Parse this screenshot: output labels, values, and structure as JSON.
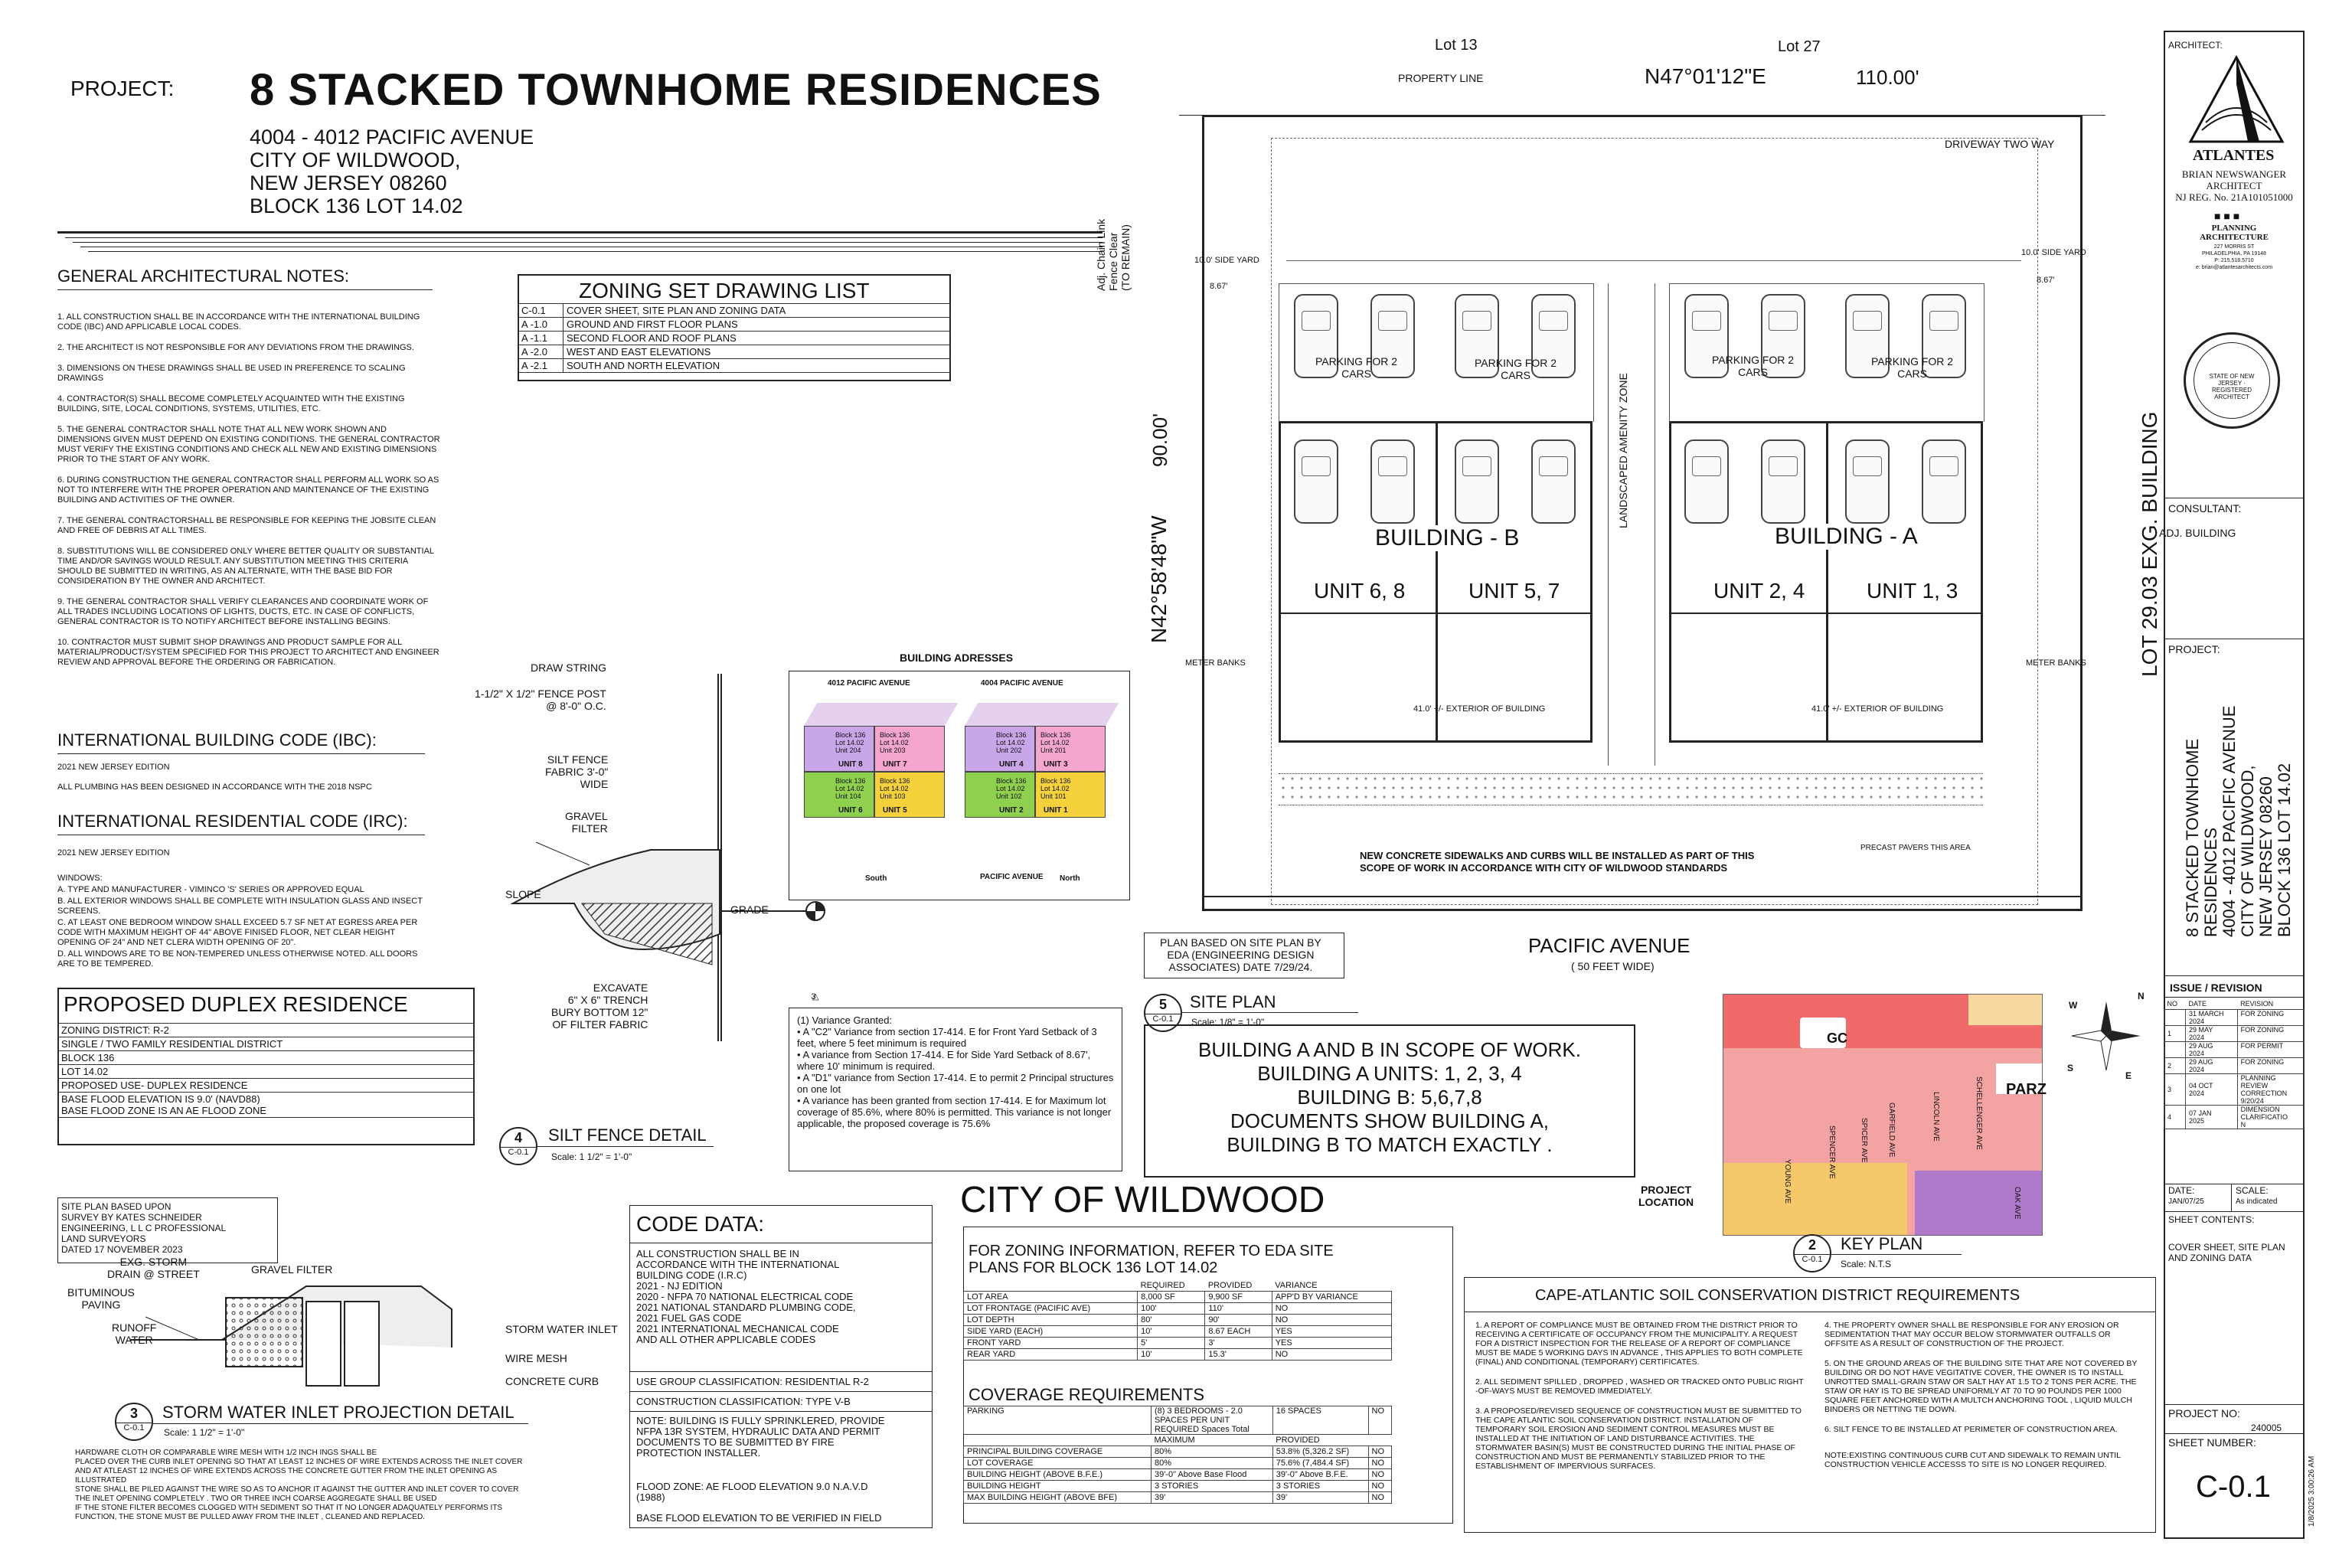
{
  "header": {
    "project_label": "PROJECT:",
    "title": "8 STACKED TOWNHOME RESIDENCES",
    "address": [
      "4004 - 4012 PACIFIC AVENUE",
      "CITY OF WILDWOOD,",
      "NEW JERSEY 08260",
      "BLOCK 136 LOT 14.02"
    ]
  },
  "general_notes": {
    "heading": "GENERAL ARCHITECTURAL NOTES:",
    "items": [
      "1.   ALL CONSTRUCTION SHALL BE IN ACCORDANCE WITH THE INTERNATIONAL BUILDING CODE (IBC) AND APPLICABLE LOCAL CODES.",
      "2.   THE ARCHITECT IS NOT RESPONSIBLE FOR ANY DEVIATIONS FROM THE DRAWINGS.",
      "3.   DIMENSIONS ON THESE DRAWINGS SHALL BE USED IN PREFERENCE TO SCALING DRAWINGS",
      "4.   CONTRACTOR(S) SHALL BECOME COMPLETELY ACQUAINTED WITH THE EXISTING BUILDING, SITE, LOCAL CONDITIONS, SYSTEMS, UTILITIES, ETC.",
      "5.   THE GENERAL CONTRACTOR SHALL NOTE THAT ALL NEW WORK SHOWN AND DIMENSIONS GIVEN MUST DEPEND ON EXISTING CONDITIONS. THE GENERAL CONTRACTOR MUST VERIFY THE EXISTING CONDITIONS AND CHECK ALL NEW AND EXISTING DIMENSIONS PRIOR TO THE START OF ANY WORK.",
      "6.   DURING CONSTRUCTION THE GENERAL CONTRACTOR SHALL PERFORM ALL WORK SO AS NOT TO INTERFERE WITH THE PROPER OPERATION AND MAINTENANCE OF THE EXISTING BUILDING AND ACTIVITIES OF THE OWNER.",
      "7.   THE GENERAL CONTRACTORSHALL BE RESPONSIBLE FOR KEEPING THE JOBSITE CLEAN AND FREE OF DEBRIS AT ALL TIMES.",
      "8.   SUBSTITUTIONS WILL BE CONSIDERED ONLY WHERE BETTER QUALITY OR SUBSTANTIAL TIME AND/OR SAVINGS WOULD RESULT. ANY SUBSTITUTION MEETING THIS CRITERIA SHOULD BE SUBMITTED IN WRITING, AS AN ALTERNATE, WITH THE BASE BID FOR CONSIDERATION BY THE OWNER AND ARCHITECT.",
      "9.   THE GENERAL CONTRACTOR SHALL VERIFY CLEARANCES AND COORDINATE WORK OF ALL TRADES INCLUDING LOCATIONS OF LIGHTS, DUCTS, ETC. IN CASE OF CONFLICTS, GENERAL CONTRACTOR IS TO NOTIFY ARCHITECT BEFORE INSTALLING BEGINS.",
      "10.  CONTRACTOR MUST SUBMIT SHOP DRAWINGS AND PRODUCT SAMPLE FOR ALL MATERIAL/PRODUCT/SYSTEM SPECIFIED FOR THIS PROJECT TO ARCHITECT AND ENGINEER REVIEW AND APPROVAL BEFORE THE ORDERING OR FABRICATION."
    ]
  },
  "drawing_list": {
    "heading": "ZONING SET DRAWING LIST",
    "rows": [
      [
        "C-0.1",
        "COVER SHEET, SITE PLAN AND ZONING DATA"
      ],
      [
        "A -1.0",
        "GROUND AND FIRST FLOOR PLANS"
      ],
      [
        "A -1.1",
        "SECOND FLOOR AND ROOF PLANS"
      ],
      [
        "A -2.0",
        "WEST AND EAST ELEVATIONS"
      ],
      [
        "A -2.1",
        "SOUTH AND NORTH ELEVATION"
      ]
    ]
  },
  "ibc": {
    "heading": "INTERNATIONAL BUILDING CODE (IBC):",
    "lines": [
      "2021 NEW JERSEY EDITION",
      "ALL PLUMBING HAS BEEN DESIGNED IN ACCORDANCE WITH THE 2018 NSPC"
    ]
  },
  "irc": {
    "heading": "INTERNATIONAL RESIDENTIAL CODE (IRC):",
    "lines": [
      "2021 NEW JERSEY EDITION",
      "WINDOWS:",
      "A.  TYPE AND MANUFACTURER - VIMINCO 'S' SERIES OR APPROVED EQUAL",
      "B.  ALL EXTERIOR WINDOWS SHALL BE COMPLETE WITH INSULATION GLASS AND INSECT SCREENS.",
      "C.  AT LEAST ONE BEDROOM WINDOW SHALL EXCEED 5.7 SF NET AT EGRESS AREA PER CODE WITH MAXIMUM HEIGHT OF 44\" ABOVE FINISED FLOOR, NET CLEAR HEIGHT OPENING OF 24\" AND NET CLERA WIDTH OPENING OF 20\".",
      "D.  ALL WINDOWS ARE TO BE NON-TEMPERED UNLESS OTHERWISE NOTED. ALL DOORS ARE TO BE TEMPERED."
    ]
  },
  "duplex": {
    "heading": "PROPOSED DUPLEX RESIDENCE",
    "rows": [
      "ZONING DISTRICT: R-2",
      "SINGLE / TWO FAMILY RESIDENTIAL DISTRICT",
      "BLOCK  136",
      "LOT  14.02",
      "PROPOSED USE- DUPLEX RESIDENCE",
      "BASE FLOOD ELEVATION IS 9.0' (NAVD88)\nBASE FLOOD ZONE IS AN AE FLOOD ZONE"
    ]
  },
  "survey_note": [
    "SITE PLAN BASED UPON",
    "SURVEY BY KATES SCHNEIDER",
    "ENGINEERING, L L C PROFESSIONAL",
    "LAND SURVEYORS",
    "DATED 17 NOVEMBER 2023"
  ],
  "silt_fence": {
    "labels": [
      "DRAW STRING",
      "1-1/2\" X 1/2\" FENCE POST\n@ 8'-0\" O.C.",
      "SILT FENCE\nFABRIC 3'-0\"\nWIDE",
      "GRAVEL\nFILTER",
      "SLOPE",
      "GRADE",
      "EXCAVATE\n6\" X 6\" TRENCH\nBURY BOTTOM 12\"\nOF FILTER FABRIC"
    ],
    "tag_num": "4",
    "tag_sheet": "C-0.1",
    "title": "SILT FENCE DETAIL",
    "scale": "Scale:  1 1/2\" = 1'-0\""
  },
  "storm": {
    "labels": [
      "EXG. STORM\nDRAIN @ STREET",
      "BITUMINOUS\nPAVING",
      "RUNOFF\nWATER",
      "GRAVEL FILTER",
      "STORM WATER INLET",
      "WIRE MESH",
      "CONCRETE CURB"
    ],
    "tag_num": "3",
    "tag_sheet": "C-0.1",
    "title": "STORM WATER INLET PROJECTION DETAIL",
    "scale": "Scale:  1 1/2\" = 1'-0\"",
    "notes": [
      "HARDWARE CLOTH OR COMPARABLE WIRE MESH WITH 1/2 INCH  INGS SHALL BE",
      "PLACED OVER THE CURB INLET OPENING SO THAT AT LEAST 12 INCHES OF WIRE EXTENDS ACROSS THE INLET COVER",
      "AND AT ATLEAST 12 INCHES OF WIRE EXTENDS ACROSS THE CONCRETE GUTTER FROM THE INLET OPENING AS",
      "ILLUSTRATED",
      "STONE SHALL BE PILED AGAINST THE WIRE SO AS TO ANCHOR IT AGAINST THE GUTTER AND INLET COVER TO COVER",
      "THE INLET OPENING COMPLETELY . TWO OR THREE INCH COARSE AGGREGATE SHALL BE USED",
      "IF THE STONE FILTER BECOMES CLOGGED WITH SEDIMENT SO THAT IT NO LONGER ADAQUATELY PERFORMS ITS",
      "FUNCTION, THE STONE MUST BE PULLED AWAY FROM THE INLET , CLEANED AND REPLACED."
    ]
  },
  "addresses": {
    "title": "BUILDING ADRESSES",
    "left_street": "4012 PACIFIC AVENUE",
    "right_street": "4004 PACIFIC AVENUE",
    "south": "South",
    "north": "North",
    "pacific": "PACIFIC AVENUE",
    "left_units": [
      {
        "label": "Block 136\nLot 14.02\nUnit 204",
        "unit": "UNIT 8",
        "color": "#c9a6e8"
      },
      {
        "label": "Block 136\nLot 14.02\nUnit 203",
        "unit": "UNIT 7",
        "color": "#f4a6cf"
      },
      {
        "label": "Block 136\nLot 14.02\nUnit 104",
        "unit": "UNIT 6",
        "color": "#8fd14f"
      },
      {
        "label": "Block 136\nLot 14.02\nUnit 103",
        "unit": "UNIT 5",
        "color": "#f5d23b"
      }
    ],
    "right_units": [
      {
        "label": "Block 136\nLot 14.02\nUnit 202",
        "unit": "UNIT 4",
        "color": "#c9a6e8"
      },
      {
        "label": "Block 136\nLot 14.02\nUnit 201",
        "unit": "UNIT 3",
        "color": "#f4a6cf"
      },
      {
        "label": "Block 136\nLot 14.02\nUnit 102",
        "unit": "UNIT 2",
        "color": "#8fd14f"
      },
      {
        "label": "Block 136\nLot 14.02\nUnit 101",
        "unit": "UNIT 1",
        "color": "#f5d23b"
      }
    ]
  },
  "variance": {
    "tri": "3",
    "lines": [
      "(1) Variance Granted:",
      "•   A \"C2\" Variance from section 17-414. E for Front Yard Setback of 3 feet, where 5 feet minimum is required",
      "•   A variance from Section 17-414. E for Side Yard Setback of 8.67', where 10' minimum is required.",
      "•   A \"D1\" variance from Section 17-414. E to permit 2 Principal structures on one lot",
      "•   A variance has been granted from section 17-414. E for Maximum lot coverage of 85.6%, where 80% is permitted. This variance is not longer applicable, the proposed coverage is 75.6%"
    ]
  },
  "code_data": {
    "heading": "CODE DATA:",
    "intro": [
      "ALL CONSTRUCTION SHALL BE IN",
      "ACCORDANCE WITH THE INTERNATIONAL",
      "BUILDING CODE (I.R.C)",
      "2021 - NJ EDITION",
      "2020 - NFPA 70 NATIONAL ELECTRICAL CODE",
      "2021 NATIONAL STANDARD PLUMBING CODE,",
      "2021 FUEL GAS CODE",
      "2021 INTERNATIONAL MECHANICAL CODE",
      "AND ALL OTHER APPLICABLE CODES"
    ],
    "use_group": "USE GROUP CLASSIFICATION: RESIDENTIAL R-2",
    "construction": "CONSTRUCTION CLASSIFICATION: TYPE V-B",
    "note": [
      "NOTE: BUILDING IS FULLY SPRINKLERED, PROVIDE",
      "NFPA 13R SYSTEM, HYDRAULIC DATA AND PERMIT",
      "DOCUMENTS TO BE SUBMITTED BY FIRE",
      "PROTECTION INSTALLER."
    ],
    "flood": [
      "FLOOD ZONE: AE FLOOD ELEVATION 9.0 N.A.V.D",
      "(1988)"
    ],
    "base": "BASE FLOOD ELEVATION TO BE VERIFIED IN FIELD"
  },
  "city": "CITY OF WILDWOOD",
  "zoning_info": {
    "heading": [
      "FOR ZONING INFORMATION, REFER TO EDA SITE",
      "PLANS FOR BLOCK 136 LOT 14.02"
    ],
    "cols": [
      "",
      "REQUIRED",
      "PROVIDED",
      "VARIANCE"
    ],
    "rows": [
      [
        "LOT AREA",
        "8,000 SF",
        "9,900 SF",
        "APP'D BY VARIANCE"
      ],
      [
        "LOT FRONTAGE (PACIFIC AVE)",
        "100'",
        "110'",
        "NO"
      ],
      [
        "LOT DEPTH",
        "80'",
        "90'",
        "NO"
      ],
      [
        "SIDE YARD (EACH)",
        "10'",
        "8.67 EACH",
        "YES"
      ],
      [
        "FRONT YARD",
        "5'",
        "3'",
        "YES"
      ],
      [
        "REAR YARD",
        "10'",
        "15.3'",
        "NO"
      ]
    ],
    "coverage_heading": "COVERAGE REQUIREMENTS",
    "parking": [
      "PARKING",
      "(8) 3 BEDROOMS - 2.0\nSPACES PER UNIT\nREQUIRED Spaces Total",
      "16 SPACES",
      "NO"
    ],
    "cov_cols": [
      "",
      "MAXIMUM",
      "PROVIDED",
      ""
    ],
    "cov_rows": [
      [
        "PRINCIPAL BUILDING COVERAGE",
        "80%",
        "53.8% (5,326.2 SF)",
        "NO"
      ],
      [
        "LOT COVERAGE",
        "80%",
        "75.6% (7,484.4 SF)",
        "NO"
      ],
      [
        "BUILDING HEIGHT (ABOVE B.F.E.)",
        "39'-0\" Above Base Flood",
        "39'-0\" Above B.F.E.",
        "NO"
      ],
      [
        "BUILDING HEIGHT",
        "3 STORIES",
        "3 STORIES",
        "NO"
      ],
      [
        "MAX BUILDING HEIGHT (ABOVE BFE)",
        "39'",
        "39'",
        "NO"
      ]
    ]
  },
  "site_plan": {
    "lot13": "Lot 13",
    "lot27": "Lot 27",
    "property_line": "PROPERTY LINE",
    "bearing_top": "N47°01'12\"E",
    "dist_top": "110.00'",
    "driveway": "DRIVEWAY TWO WAY",
    "chain_link": [
      "Adj. Chain Link",
      "Fence Clear",
      "(TO REMAIN)"
    ],
    "bearing_left": "N42°58'48\"W",
    "dist_left": "90.00'",
    "side_yard": "10.0' SIDE YARD",
    "dim_867": "8.67'",
    "parking": "PARKING FOR 2\nCARS",
    "building_b": "BUILDING - B",
    "building_a": "BUILDING - A",
    "units": [
      "UNIT 6, 8",
      "UNIT 5, 7",
      "UNIT 2, 4",
      "UNIT 1, 3"
    ],
    "meter_banks": "METER BANKS",
    "exterior": "41.0' +/- EXTERIOR OF BUILDING",
    "amenity": "LANDSCAPED AMENITY ZONE",
    "lot29": "LOT 29.03 EXG. BUILDING",
    "adj_building": "ADJ. BUILDING",
    "sidewalk_note": [
      "NEW CONCRETE SIDEWALKS AND CURBS WILL BE INSTALLED AS PART OF THIS",
      "SCOPE OF WORK IN ACCORDANCE WITH CITY OF WILDWOOD STANDARDS"
    ],
    "pavers": "PRECAST PAVERS THIS AREA",
    "street": "PACIFIC AVENUE",
    "street_width": "( 50 FEET WIDE)",
    "based_on": [
      "PLAN BASED ON SITE PLAN BY",
      "EDA (ENGINEERING DESIGN",
      "ASSOCIATES) DATE 7/29/24."
    ],
    "tag_num": "5",
    "tag_sheet": "C-0.1",
    "title": "SITE PLAN",
    "scale": "Scale:  1/8\" = 1'-0\""
  },
  "scope": [
    "BUILDING A AND B IN SCOPE OF WORK.",
    "BUILDING A UNITS: 1, 2, 3, 4",
    "BUILDING B: 5,6,7,8",
    "DOCUMENTS SHOW BUILDING A,",
    "BUILDING B TO MATCH EXACTLY ."
  ],
  "key_plan": {
    "project_location": "PROJECT\nLOCATION",
    "streets": [
      "YOUNG AVE",
      "SPENCER AVE",
      "SPICER AVE",
      "GARFIELD AVE",
      "LINCOLN AVE",
      "SCHELLENGER AVE",
      "OAK AVE"
    ],
    "zones": [
      "GC",
      "PARZ"
    ],
    "compass": [
      "N",
      "W",
      "S",
      "E"
    ],
    "tag_num": "2",
    "tag_sheet": "C-0.1",
    "title": "KEY PLAN",
    "scale": "Scale: N.T.S"
  },
  "soil": {
    "heading": "CAPE-ATLANTIC SOIL CONSERVATION DISTRICT REQUIREMENTS",
    "left": [
      "1.  A REPORT OF COMPLIANCE MUST BE OBTAINED FROM THE DISTRICT PRIOR TO RECEIVING A CERTIFICATE OF OCCUPANCY FROM THE MUNICIPALITY. A REQUEST FOR A DISTRICT INSPECTION FOR THE RELEASE OF A REPORT OF COMPLIANCE MUST BE MADE 5 WORKING DAYS IN ADVANCE , THIS APPLIES TO BOTH COMPLETE (FINAL) AND CONDITIONAL (TEMPORARY) CERTIFICATES.",
      "2.  ALL SEDIMENT SPILLED , DROPPED , WASHED OR TRACKED ONTO PUBLIC RIGHT -OF-WAYS MUST BE REMOVED IMMEDIATELY.",
      "3.  A PROPOSED/REVISED SEQUENCE OF CONSTRUCTION MUST BE SUBMITTED TO THE CAPE ATLANTIC SOIL CONSERVATION DISTRICT. INSTALLATION OF TEMPORARY SOIL EROSION AND SEDIMENT CONTROL MEASURES MUST BE INSTALLED AT THE INITIATION OF LAND DISTURBANCE ACTIVITIES. THE STORMWATER BASIN(S) MUST BE CONSTRUCTED DURING THE INITIAL PHASE OF CONSTRUCTION AND MUST BE PERMANENTLY STABILIZED PRIOR TO THE ESTABLISHMENT OF IMPERVIOUS SURFACES."
    ],
    "right": [
      "4.  THE PROPERTY OWNER SHALL BE RESPONSIBLE FOR ANY EROSION OR SEDIMENTATION THAT MAY OCCUR BELOW STORMWATER OUTFALLS OR OFFSITE AS A RESULT OF CONSTRUCTION OF THE PROJECT.",
      "5.  ON THE GROUND AREAS OF THE BUILDING SITE THAT ARE NOT COVERED BY BUILDING OR DO NOT HAVE VEGITATIVE COVER, THE OWNER IS TO INSTALL UNROTTED SMALL-GRAIN STAW OR SALT HAY AT 1.5 TO 2 TONS PER ACRE. THE STAW OR HAY IS TO BE SPREAD UNIFORMLY AT 70 TO 90 POUNDS PER 1000 SQUARE FEET ANCHORED WITH A MULTCH ANCHORING TOOL , LIQUID MULCH BINDERS OR NETTING TIE DOWN.",
      "6.  SILT FENCE TO BE INSTALLED AT PERIMETER OF CONSTRUCTION AREA.",
      "NOTE:EXISTING CONTINUOUS CURB CUT AND SIDEWALK TO REMAIN UNTIL CONSTRUCTION VEHICLE ACCESSS TO SITE IS NO LONGER REQUIRED."
    ]
  },
  "title_block": {
    "architect_label": "ARCHITECT:",
    "firm": "ATLANTES",
    "architect": "BRIAN NEWSWANGER",
    "architect_role": "ARCHITECT",
    "reg": "NJ REG. No. 21A101051000",
    "planning": [
      "PLANNING",
      "ARCHITECTURE"
    ],
    "contact": [
      "227 MORRIS ST",
      "PHILADELPHIA, PA 19148",
      "P: 215.518.5710",
      "e: brian@atlantesarchitects.com"
    ],
    "seal": "STATE OF NEW JERSEY · REGISTERED ARCHITECT",
    "consultant_label": "CONSULTANT:",
    "project_label": "PROJECT:",
    "project_lines": [
      "8 STACKED TOWNHOME",
      "RESIDENCES",
      "4004 - 4012 PACIFIC AVENUE",
      "CITY OF WILDWOOD,",
      "NEW JERSEY 08260",
      "BLOCK 136 LOT 14.02"
    ],
    "issue_label": "ISSUE / REVISION",
    "issue_cols": [
      "NO",
      "DATE",
      "REVISION"
    ],
    "issue_rows": [
      [
        "",
        "31 MARCH\n2024",
        "FOR ZONING"
      ],
      [
        "1",
        "29 MAY\n2024",
        "FOR ZONING"
      ],
      [
        "",
        "29 AUG\n2024",
        "FOR PERMIT"
      ],
      [
        "2",
        "29 AUG\n2024",
        "FOR ZONING"
      ],
      [
        "3",
        "04 OCT\n2024",
        "PLANNING\nREVIEW\nCORRECTION\n9/20/24"
      ],
      [
        "4",
        "07 JAN\n2025",
        "DIMENSION\nCLARIFICATIO\nN"
      ]
    ],
    "date_label": "DATE:",
    "date": "JAN/07/25",
    "scale_label": "SCALE:",
    "scale": "As indicated",
    "contents_label": "SHEET CONTENTS:",
    "contents": "COVER SHEET, SITE PLAN AND ZONING DATA",
    "project_no_label": "PROJECT NO:",
    "project_no": "240005",
    "sheet_label": "SHEET NUMBER:",
    "sheet": "C-0.1",
    "timestamp": "1/8/2025 3:00:26 AM"
  }
}
